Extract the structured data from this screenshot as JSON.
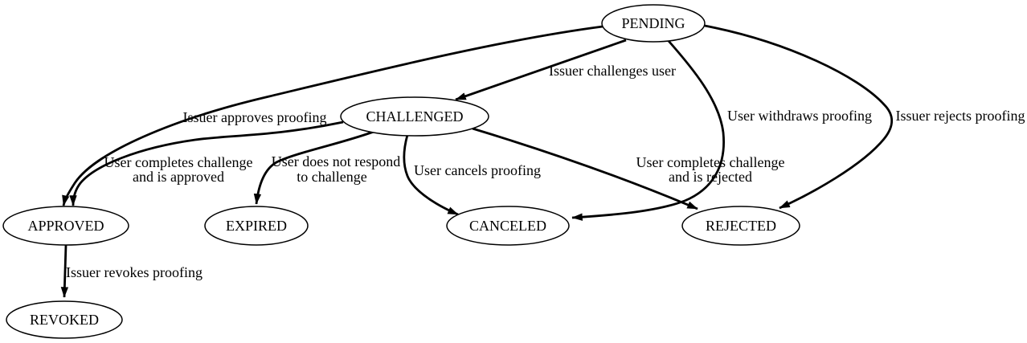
{
  "diagram": {
    "background_color": "#ffffff",
    "stroke_color": "#000000",
    "nodes": {
      "pending": {
        "label": "PENDING"
      },
      "challenged": {
        "label": "CHALLENGED"
      },
      "approved": {
        "label": "APPROVED"
      },
      "expired": {
        "label": "EXPIRED"
      },
      "canceled": {
        "label": "CANCELED"
      },
      "rejected": {
        "label": "REJECTED"
      },
      "revoked": {
        "label": "REVOKED"
      }
    },
    "edges": {
      "pending_challenged": {
        "from": "PENDING",
        "to": "CHALLENGED",
        "label": "Issuer challenges user"
      },
      "pending_approved": {
        "from": "PENDING",
        "to": "APPROVED",
        "label": "Issuer approves proofing"
      },
      "pending_canceled": {
        "from": "PENDING",
        "to": "CANCELED",
        "label": "User withdraws proofing"
      },
      "pending_rejected": {
        "from": "PENDING",
        "to": "REJECTED",
        "label": "Issuer rejects proofing"
      },
      "challenged_approved": {
        "from": "CHALLENGED",
        "to": "APPROVED",
        "label_line1": "User completes challenge",
        "label_line2": "and is approved"
      },
      "challenged_expired": {
        "from": "CHALLENGED",
        "to": "EXPIRED",
        "label_line1": "User does not respond",
        "label_line2": "to challenge"
      },
      "challenged_canceled": {
        "from": "CHALLENGED",
        "to": "CANCELED",
        "label": "User cancels proofing"
      },
      "challenged_rejected": {
        "from": "CHALLENGED",
        "to": "REJECTED",
        "label_line1": "User completes challenge",
        "label_line2": "and is rejected"
      },
      "approved_revoked": {
        "from": "APPROVED",
        "to": "REVOKED",
        "label": "Issuer revokes proofing"
      }
    }
  }
}
